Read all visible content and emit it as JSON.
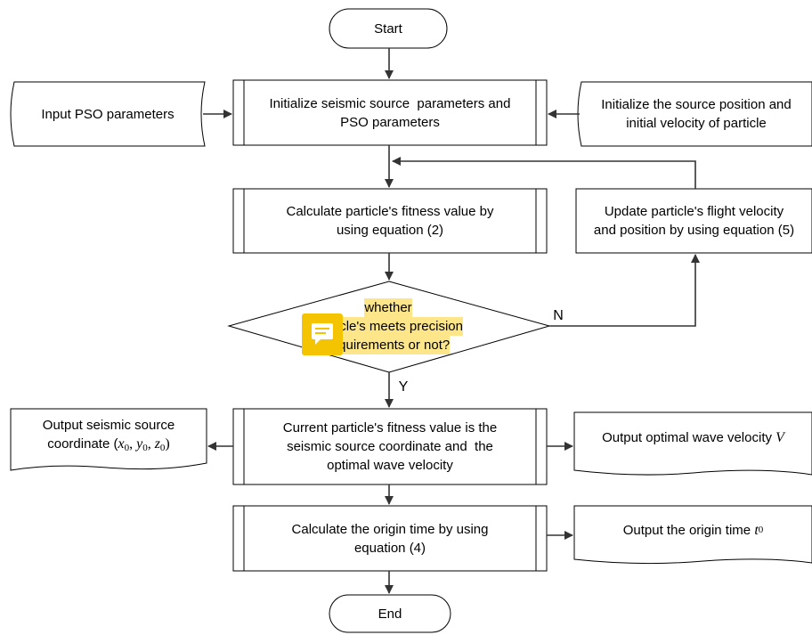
{
  "start": "Start",
  "end": "End",
  "input_pso": "Input PSO parameters",
  "init_params": [
    "Initialize seismic source  parameters and",
    "PSO parameters"
  ],
  "init_position": [
    "Initialize the source position and",
    "initial velocity of particle"
  ],
  "calc_fitness": [
    "Calculate particle's fitness value by",
    "using equation (2)"
  ],
  "update_velocity": [
    "Update particle's flight velocity",
    "and position by using equation (5)"
  ],
  "decision": [
    "whether",
    "particle's meets precision",
    "requirements or not?"
  ],
  "label_n": "N",
  "label_y": "Y",
  "current_fitness": [
    "Current particle's fitness value is the",
    "seismic source coordinate and  the",
    "optimal wave velocity"
  ],
  "output_coord": {
    "line1": "Output seismic source",
    "prefix": "coordinate (",
    "x": "x",
    "x_sub": "0",
    "sep1": ", ",
    "y": "y",
    "y_sub": "0",
    "sep2": ", ",
    "z": "z",
    "z_sub": "0",
    "suffix": ")"
  },
  "output_velocity": {
    "text": "Output optimal wave velocity ",
    "var": "V"
  },
  "calc_origin": [
    "Calculate the origin time by using",
    "equation (4)"
  ],
  "output_origin": {
    "text": "Output the origin time ",
    "var": "t",
    "sub": "0"
  },
  "annotation_icon": "comment-icon",
  "colors": {
    "stroke": "#000000",
    "arrow": "#333333",
    "highlight": "#fde58a",
    "note": "#f5c400"
  }
}
